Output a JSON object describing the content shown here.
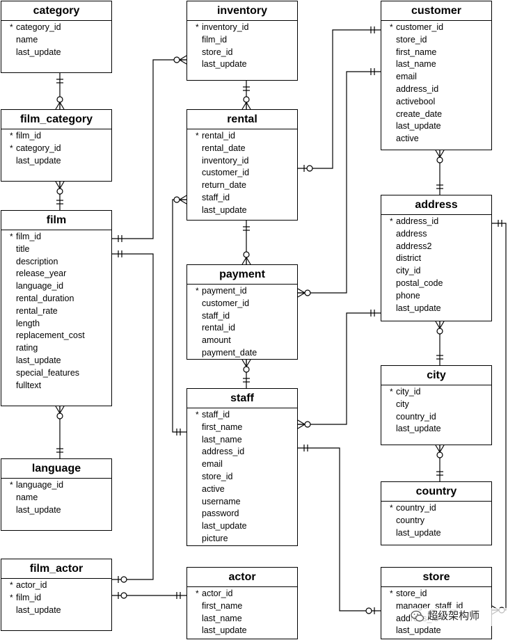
{
  "entities": {
    "category": {
      "title": "category",
      "fields": [
        {
          "name": "category_id",
          "pk": "*"
        },
        {
          "name": "name"
        },
        {
          "name": "last_update"
        }
      ]
    },
    "film_category": {
      "title": "film_category",
      "fields": [
        {
          "name": "film_id",
          "pk": "*"
        },
        {
          "name": "category_id",
          "pk": "*"
        },
        {
          "name": "last_update"
        }
      ]
    },
    "film": {
      "title": "film",
      "fields": [
        {
          "name": "film_id",
          "pk": "*"
        },
        {
          "name": "title"
        },
        {
          "name": "description"
        },
        {
          "name": "release_year"
        },
        {
          "name": "language_id"
        },
        {
          "name": "rental_duration"
        },
        {
          "name": "rental_rate"
        },
        {
          "name": "length"
        },
        {
          "name": "replacement_cost"
        },
        {
          "name": "rating"
        },
        {
          "name": "last_update"
        },
        {
          "name": "special_features"
        },
        {
          "name": "fulltext"
        }
      ]
    },
    "language": {
      "title": "language",
      "fields": [
        {
          "name": "language_id",
          "pk": "*"
        },
        {
          "name": "name"
        },
        {
          "name": "last_update"
        }
      ]
    },
    "film_actor": {
      "title": "film_actor",
      "fields": [
        {
          "name": "actor_id",
          "pk": "*"
        },
        {
          "name": "film_id",
          "pk": "*"
        },
        {
          "name": "last_update"
        }
      ]
    },
    "inventory": {
      "title": "inventory",
      "fields": [
        {
          "name": "inventory_id",
          "pk": "*"
        },
        {
          "name": "film_id"
        },
        {
          "name": "store_id"
        },
        {
          "name": "last_update"
        }
      ]
    },
    "rental": {
      "title": "rental",
      "fields": [
        {
          "name": "rental_id",
          "pk": "*"
        },
        {
          "name": "rental_date"
        },
        {
          "name": "inventory_id"
        },
        {
          "name": "customer_id"
        },
        {
          "name": "return_date"
        },
        {
          "name": "staff_id"
        },
        {
          "name": "last_update"
        }
      ]
    },
    "payment": {
      "title": "payment",
      "fields": [
        {
          "name": "payment_id",
          "pk": "*"
        },
        {
          "name": "customer_id"
        },
        {
          "name": "staff_id"
        },
        {
          "name": "rental_id"
        },
        {
          "name": "amount"
        },
        {
          "name": "payment_date"
        }
      ]
    },
    "staff": {
      "title": "staff",
      "fields": [
        {
          "name": "staff_id",
          "pk": "*"
        },
        {
          "name": "first_name"
        },
        {
          "name": "last_name"
        },
        {
          "name": "address_id"
        },
        {
          "name": "email"
        },
        {
          "name": "store_id"
        },
        {
          "name": "active"
        },
        {
          "name": "username"
        },
        {
          "name": "password"
        },
        {
          "name": "last_update"
        },
        {
          "name": "picture"
        }
      ]
    },
    "actor": {
      "title": "actor",
      "fields": [
        {
          "name": "actor_id",
          "pk": "*"
        },
        {
          "name": "first_name"
        },
        {
          "name": "last_name"
        },
        {
          "name": "last_update"
        }
      ]
    },
    "customer": {
      "title": "customer",
      "fields": [
        {
          "name": "customer_id",
          "pk": "*"
        },
        {
          "name": "store_id"
        },
        {
          "name": "first_name"
        },
        {
          "name": "last_name"
        },
        {
          "name": "email"
        },
        {
          "name": "address_id"
        },
        {
          "name": "activebool"
        },
        {
          "name": "create_date"
        },
        {
          "name": "last_update"
        },
        {
          "name": "active"
        }
      ]
    },
    "address": {
      "title": "address",
      "fields": [
        {
          "name": "address_id",
          "pk": "*"
        },
        {
          "name": "address"
        },
        {
          "name": "address2"
        },
        {
          "name": "district"
        },
        {
          "name": "city_id"
        },
        {
          "name": "postal_code"
        },
        {
          "name": "phone"
        },
        {
          "name": "last_update"
        }
      ]
    },
    "city": {
      "title": "city",
      "fields": [
        {
          "name": "city_id",
          "pk": "*"
        },
        {
          "name": "city"
        },
        {
          "name": "country_id"
        },
        {
          "name": "last_update"
        }
      ]
    },
    "country": {
      "title": "country",
      "fields": [
        {
          "name": "country_id",
          "pk": "*"
        },
        {
          "name": "country"
        },
        {
          "name": "last_update"
        }
      ]
    },
    "store": {
      "title": "store",
      "fields": [
        {
          "name": "store_id",
          "pk": "*"
        },
        {
          "name": "manager_staff_id"
        },
        {
          "name": "address_id"
        },
        {
          "name": "last_update"
        }
      ]
    }
  },
  "watermark": {
    "text": "超级架构师",
    "icon": "wechat-icon"
  }
}
